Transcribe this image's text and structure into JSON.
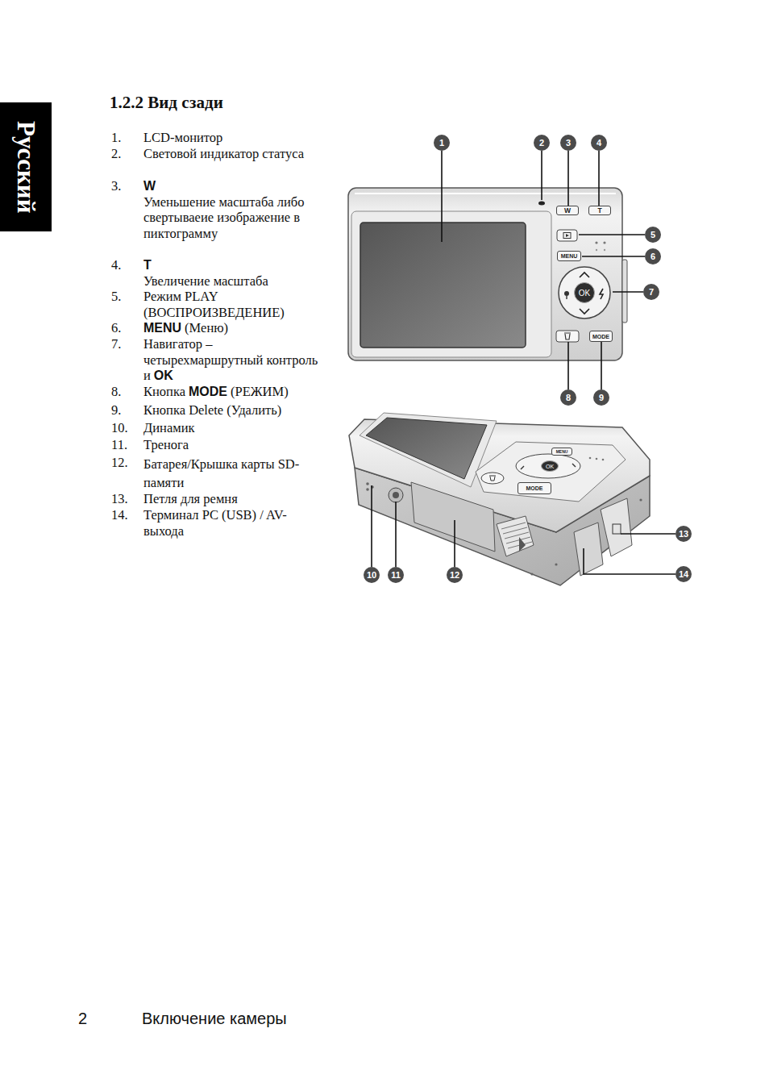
{
  "diagram": {
    "title": "1.2.2 Вид сзади",
    "nodes": [
      {
        "text": [
          "Русский"
        ]
      },
      {
        "text": [
          "1"
        ]
      },
      {
        "text": [
          "2"
        ]
      },
      {
        "text": [
          "3"
        ]
      },
      {
        "text": [
          "4"
        ]
      },
      {
        "text": [
          "W"
        ]
      },
      {
        "text": [
          "T"
        ]
      },
      {
        "text": [
          "5"
        ]
      },
      {
        "text": [
          "MENU"
        ]
      },
      {
        "text": [
          "6"
        ]
      },
      {
        "text": [
          "OK"
        ]
      },
      {
        "text": [
          "7"
        ]
      },
      {
        "text": [
          "MODE"
        ]
      },
      {
        "text": [
          "8"
        ]
      },
      {
        "text": [
          "9"
        ]
      },
      {
        "text": [
          "MENU"
        ]
      },
      {
        "text": [
          "OK"
        ]
      },
      {
        "text": [
          "MODE"
        ]
      },
      {
        "text": [
          "10"
        ]
      },
      {
        "text": [
          "11"
        ]
      },
      {
        "text": [
          "12"
        ]
      },
      {
        "text": [
          "13"
        ]
      },
      {
        "text": [
          "14"
        ]
      }
    ],
    "labels": [
      "1.",
      "LCD-монитор",
      "2.",
      "Световой индикатор статуса",
      "3.",
      "W",
      "Уменьшение масштаба либо свертываеие изображение в пиктограмму",
      "4.",
      "T",
      "Увеличение масштаба",
      "5.",
      "Режим PLAY (ВОСПРОИЗВЕДЕНИЕ)",
      "6.",
      "MENU",
      "(Меню)",
      "7.",
      "Навигатор – четырехмаршрутный контроль и",
      "OK",
      "8.",
      "Кнопка",
      "MODE",
      "(РЕЖИМ)",
      "9.",
      "Кнопка Delete (Удалить)",
      "10.",
      "Динамик",
      "11.",
      "Тренога",
      "12.",
      "Батарея/Крышка карты SD-памяти",
      "13.",
      "Петля для ремня",
      "14.",
      "Терминал PC (USB) / AV-выхода",
      "2",
      "Включение камеры"
    ]
  }
}
